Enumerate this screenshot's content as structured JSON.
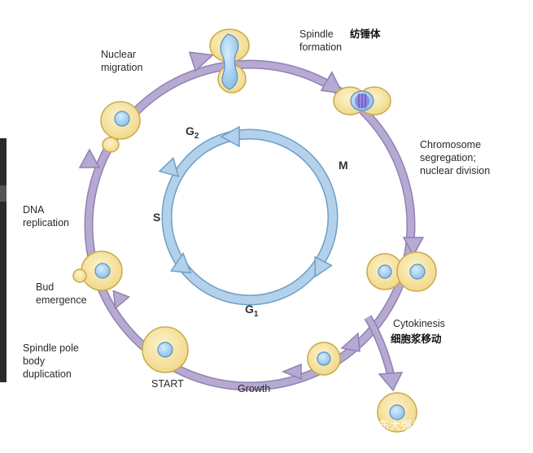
{
  "phases": {
    "g2": "G",
    "g2_sub": "2",
    "m": "M",
    "s": "S",
    "g1": "G",
    "g1_sub": "1"
  },
  "labels": {
    "spindle_formation_1": "Spindle",
    "spindle_formation_2": "formation",
    "spindle_cn": "纺锤体",
    "nuclear_migration_1": "Nuclear",
    "nuclear_migration_2": "migration",
    "chromosome_1": "Chromosome",
    "chromosome_2": "segregation;",
    "chromosome_3": "nuclear division",
    "dna_1": "DNA",
    "dna_2": "replication",
    "bud_1": "Bud",
    "bud_2": "emergence",
    "spb_1": "Spindle pole",
    "spb_2": "body",
    "spb_3": "duplication",
    "start": "START",
    "growth": "Growth",
    "cytokinesis": "Cytokinesis",
    "cytokinesis_cn": "细胞浆移动"
  },
  "watermark": "知乎 @东大强爱吃香菜",
  "colors": {
    "cycle_arrow": "#b6a9d2",
    "cycle_arrow_edge": "#8f82b3",
    "inner_ring": "#b3d1ea",
    "inner_ring_edge": "#6d9fc7",
    "cell_fill": "#f5e3a0",
    "cell_edge": "#c9a94a",
    "nucleus_fill": "#a9d4f2",
    "nucleus_edge": "#5b8fbf",
    "spindle": "#7b68d0"
  }
}
